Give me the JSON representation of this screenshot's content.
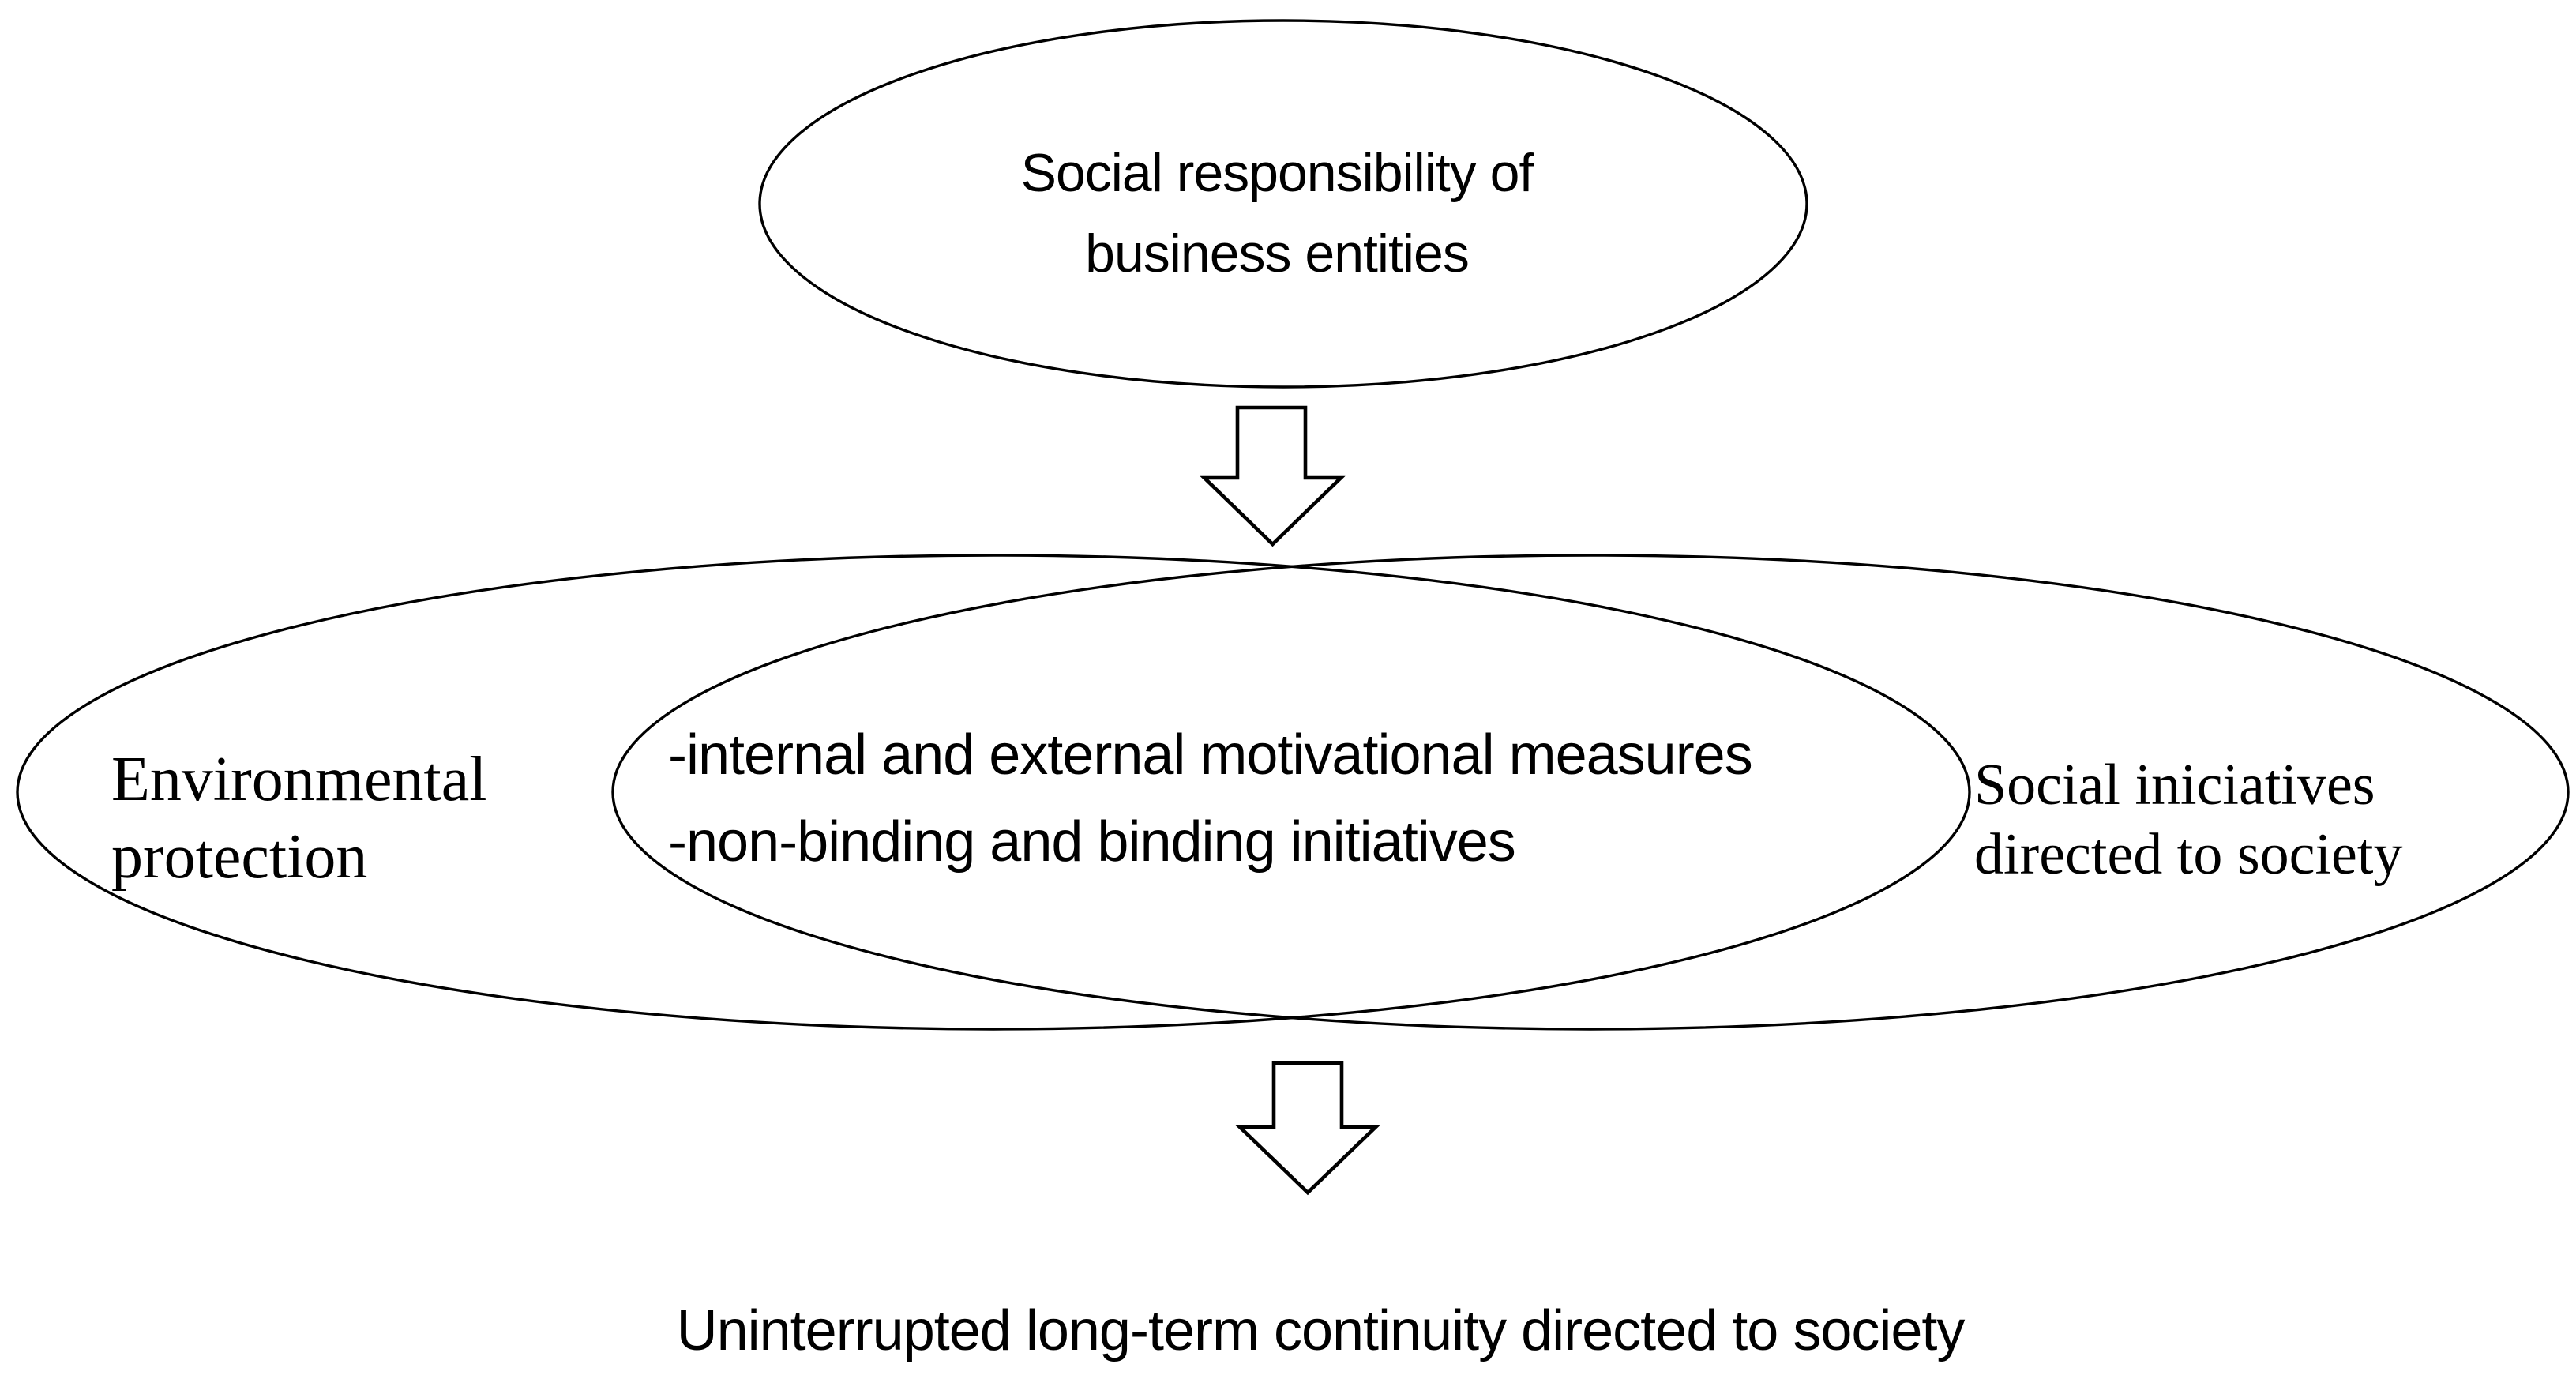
{
  "page": {
    "background_color": "#ffffff",
    "line_color": "#000000",
    "text_color": "#000000"
  },
  "diagram": {
    "top_ellipse": {
      "line1": "Social responsibility of",
      "line2": "business entities"
    },
    "arrow_top": {
      "icon": "down-block-arrow"
    },
    "venn": {
      "left_ellipse": {
        "line1": "Environmental",
        "line2": "protection"
      },
      "overlap": {
        "line1": "-internal and external motivational measures",
        "line2": "-non-binding and binding initiatives"
      },
      "right_ellipse": {
        "line1": "Social iniciatives",
        "line2": "directed to society"
      }
    },
    "arrow_bottom": {
      "icon": "down-block-arrow"
    },
    "footer": {
      "text": "Uninterrupted long-term continuity directed to society"
    }
  }
}
